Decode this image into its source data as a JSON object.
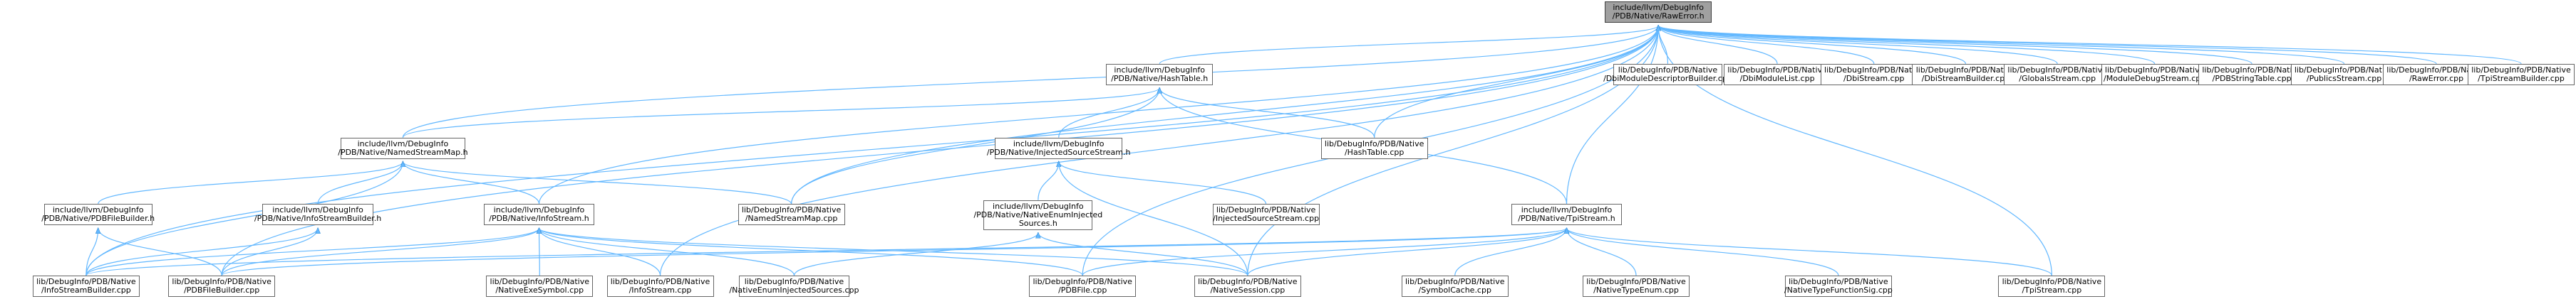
{
  "colors": {
    "edge": "#63b8ff",
    "edge_stroke": "#3a8fd6",
    "root_fill": "#a0a0a0",
    "node_border": "#666666"
  },
  "nodes": {
    "raw_error_h": {
      "lines": [
        "include/llvm/DebugInfo",
        "/PDB/Native/RawError.h"
      ]
    },
    "hash_table_h": {
      "lines": [
        "include/llvm/DebugInfo",
        "/PDB/Native/HashTable.h"
      ]
    },
    "named_stream_map_h": {
      "lines": [
        "include/llvm/DebugInfo",
        "/PDB/Native/NamedStreamMap.h"
      ]
    },
    "injected_source_stream_h": {
      "lines": [
        "include/llvm/DebugInfo",
        "/PDB/Native/InjectedSourceStream.h"
      ]
    },
    "tpi_stream_h": {
      "lines": [
        "include/llvm/DebugInfo",
        "/PDB/Native/TpiStream.h"
      ]
    },
    "native_enum_injected_sources_h": {
      "lines": [
        "include/llvm/DebugInfo",
        "/PDB/Native/NativeEnumInjected",
        "Sources.h"
      ]
    },
    "pdb_file_builder_h": {
      "lines": [
        "include/llvm/DebugInfo",
        "/PDB/Native/PDBFileBuilder.h"
      ]
    },
    "info_stream_builder_h": {
      "lines": [
        "include/llvm/DebugInfo",
        "/PDB/Native/InfoStreamBuilder.h"
      ]
    },
    "info_stream_h": {
      "lines": [
        "include/llvm/DebugInfo",
        "/PDB/Native/InfoStream.h"
      ]
    },
    "dbi_module_descriptor_builder_cpp": {
      "lines": [
        "lib/DebugInfo/PDB/Native",
        "/DbiModuleDescriptorBuilder.cpp"
      ]
    },
    "dbi_module_list_cpp": {
      "lines": [
        "lib/DebugInfo/PDB/Native",
        "/DbiModuleList.cpp"
      ]
    },
    "dbi_stream_cpp": {
      "lines": [
        "lib/DebugInfo/PDB/Native",
        "/DbiStream.cpp"
      ]
    },
    "dbi_stream_builder_cpp": {
      "lines": [
        "lib/DebugInfo/PDB/Native",
        "/DbiStreamBuilder.cpp"
      ]
    },
    "globals_stream_cpp": {
      "lines": [
        "lib/DebugInfo/PDB/Native",
        "/GlobalsStream.cpp"
      ]
    },
    "module_debug_stream_cpp": {
      "lines": [
        "lib/DebugInfo/PDB/Native",
        "/ModuleDebugStream.cpp"
      ]
    },
    "pdb_string_table_cpp": {
      "lines": [
        "lib/DebugInfo/PDB/Native",
        "/PDBStringTable.cpp"
      ]
    },
    "publics_stream_cpp": {
      "lines": [
        "lib/DebugInfo/PDB/Native",
        "/PublicsStream.cpp"
      ]
    },
    "raw_error_cpp": {
      "lines": [
        "lib/DebugInfo/PDB/Native",
        "/RawError.cpp"
      ]
    },
    "tpi_stream_builder_cpp": {
      "lines": [
        "lib/DebugInfo/PDB/Native",
        "/TpiStreamBuilder.cpp"
      ]
    },
    "hash_table_cpp": {
      "lines": [
        "lib/DebugInfo/PDB/Native",
        "/HashTable.cpp"
      ]
    },
    "named_stream_map_cpp": {
      "lines": [
        "lib/DebugInfo/PDB/Native",
        "/NamedStreamMap.cpp"
      ]
    },
    "injected_source_stream_cpp": {
      "lines": [
        "lib/DebugInfo/PDB/Native",
        "/InjectedSourceStream.cpp"
      ]
    },
    "info_stream_builder_cpp": {
      "lines": [
        "lib/DebugInfo/PDB/Native",
        "/InfoStreamBuilder.cpp"
      ]
    },
    "pdb_file_builder_cpp": {
      "lines": [
        "lib/DebugInfo/PDB/Native",
        "/PDBFileBuilder.cpp"
      ]
    },
    "native_exe_symbol_cpp": {
      "lines": [
        "lib/DebugInfo/PDB/Native",
        "/NativeExeSymbol.cpp"
      ]
    },
    "info_stream_cpp": {
      "lines": [
        "lib/DebugInfo/PDB/Native",
        "/InfoStream.cpp"
      ]
    },
    "native_enum_injected_sources_cpp": {
      "lines": [
        "lib/DebugInfo/PDB/Native",
        "/NativeEnumInjectedSources.cpp"
      ]
    },
    "pdb_file_cpp": {
      "lines": [
        "lib/DebugInfo/PDB/Native",
        "/PDBFile.cpp"
      ]
    },
    "native_session_cpp": {
      "lines": [
        "lib/DebugInfo/PDB/Native",
        "/NativeSession.cpp"
      ]
    },
    "symbol_cache_cpp": {
      "lines": [
        "lib/DebugInfo/PDB/Native",
        "/SymbolCache.cpp"
      ]
    },
    "native_type_enum_cpp": {
      "lines": [
        "lib/DebugInfo/PDB/Native",
        "/NativeTypeEnum.cpp"
      ]
    },
    "native_type_function_sig_cpp": {
      "lines": [
        "lib/DebugInfo/PDB/Native",
        "/NativeTypeFunctionSig.cpp"
      ]
    },
    "tpi_stream_cpp": {
      "lines": [
        "lib/DebugInfo/PDB/Native",
        "/TpiStream.cpp"
      ]
    }
  },
  "edges": [
    [
      "hash_table_h",
      "raw_error_h"
    ],
    [
      "named_stream_map_h",
      "raw_error_h"
    ],
    [
      "tpi_stream_h",
      "raw_error_h"
    ],
    [
      "info_stream_h",
      "raw_error_h"
    ],
    [
      "dbi_module_descriptor_builder_cpp",
      "raw_error_h"
    ],
    [
      "dbi_module_list_cpp",
      "raw_error_h"
    ],
    [
      "dbi_stream_cpp",
      "raw_error_h"
    ],
    [
      "dbi_stream_builder_cpp",
      "raw_error_h"
    ],
    [
      "globals_stream_cpp",
      "raw_error_h"
    ],
    [
      "module_debug_stream_cpp",
      "raw_error_h"
    ],
    [
      "pdb_string_table_cpp",
      "raw_error_h"
    ],
    [
      "publics_stream_cpp",
      "raw_error_h"
    ],
    [
      "raw_error_cpp",
      "raw_error_h"
    ],
    [
      "tpi_stream_builder_cpp",
      "raw_error_h"
    ],
    [
      "hash_table_cpp",
      "raw_error_h"
    ],
    [
      "named_stream_map_cpp",
      "raw_error_h"
    ],
    [
      "info_stream_builder_cpp",
      "raw_error_h"
    ],
    [
      "pdb_file_builder_cpp",
      "raw_error_h"
    ],
    [
      "info_stream_cpp",
      "raw_error_h"
    ],
    [
      "pdb_file_cpp",
      "raw_error_h"
    ],
    [
      "native_session_cpp",
      "raw_error_h"
    ],
    [
      "tpi_stream_cpp",
      "raw_error_h"
    ],
    [
      "named_stream_map_h",
      "hash_table_h"
    ],
    [
      "injected_source_stream_h",
      "hash_table_h"
    ],
    [
      "tpi_stream_h",
      "hash_table_h"
    ],
    [
      "hash_table_cpp",
      "hash_table_h"
    ],
    [
      "named_stream_map_cpp",
      "hash_table_h"
    ],
    [
      "pdb_file_builder_h",
      "named_stream_map_h"
    ],
    [
      "info_stream_builder_h",
      "named_stream_map_h"
    ],
    [
      "info_stream_h",
      "named_stream_map_h"
    ],
    [
      "named_stream_map_cpp",
      "named_stream_map_h"
    ],
    [
      "info_stream_builder_cpp",
      "named_stream_map_h"
    ],
    [
      "native_enum_injected_sources_h",
      "injected_source_stream_h"
    ],
    [
      "injected_source_stream_cpp",
      "injected_source_stream_h"
    ],
    [
      "native_session_cpp",
      "injected_source_stream_h"
    ],
    [
      "native_enum_injected_sources_cpp",
      "native_enum_injected_sources_h"
    ],
    [
      "native_session_cpp",
      "native_enum_injected_sources_h"
    ],
    [
      "info_stream_builder_cpp",
      "pdb_file_builder_h"
    ],
    [
      "pdb_file_builder_cpp",
      "pdb_file_builder_h"
    ],
    [
      "info_stream_builder_cpp",
      "info_stream_builder_h"
    ],
    [
      "pdb_file_builder_cpp",
      "info_stream_builder_h"
    ],
    [
      "info_stream_builder_cpp",
      "info_stream_h"
    ],
    [
      "pdb_file_builder_cpp",
      "info_stream_h"
    ],
    [
      "native_exe_symbol_cpp",
      "info_stream_h"
    ],
    [
      "info_stream_cpp",
      "info_stream_h"
    ],
    [
      "native_enum_injected_sources_cpp",
      "info_stream_h"
    ],
    [
      "pdb_file_cpp",
      "info_stream_h"
    ],
    [
      "native_session_cpp",
      "info_stream_h"
    ],
    [
      "info_stream_builder_cpp",
      "tpi_stream_h"
    ],
    [
      "pdb_file_builder_cpp",
      "tpi_stream_h"
    ],
    [
      "pdb_file_cpp",
      "tpi_stream_h"
    ],
    [
      "native_session_cpp",
      "tpi_stream_h"
    ],
    [
      "symbol_cache_cpp",
      "tpi_stream_h"
    ],
    [
      "native_type_enum_cpp",
      "tpi_stream_h"
    ],
    [
      "native_type_function_sig_cpp",
      "tpi_stream_h"
    ],
    [
      "tpi_stream_cpp",
      "tpi_stream_h"
    ]
  ]
}
